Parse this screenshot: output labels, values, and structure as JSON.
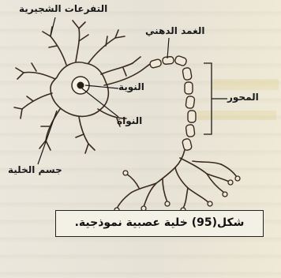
{
  "figure": {
    "labels": {
      "dendrites": "التفرعات الشجيرية",
      "myelin_sheath": "الغمد الدهني",
      "nucleolus": "النوية",
      "axon": "المحور",
      "nucleus": "النواة",
      "cell_body": "جسم الخلية"
    },
    "caption": "شكل(95) خلية عصبية نموذجية."
  },
  "colors": {
    "line": "#3a2a1e",
    "myelin_fill": "#efe8d8",
    "highlight": "#dcc86e"
  }
}
